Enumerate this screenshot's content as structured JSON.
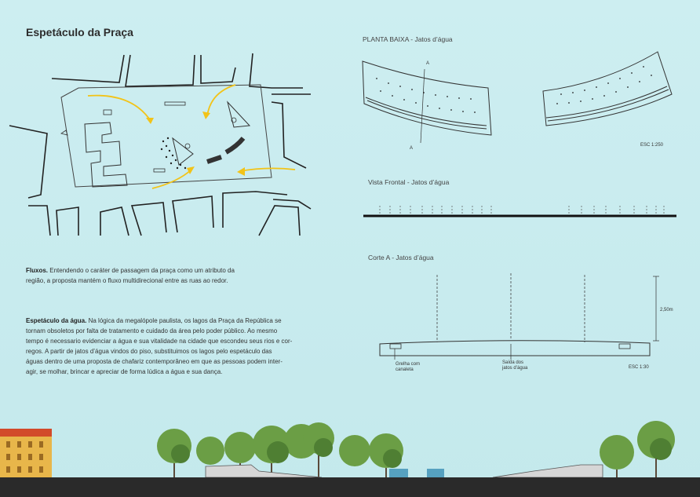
{
  "title": "Espetáculo da Praça",
  "plan_title": "PLANTA BAIXA - Jatos d’água",
  "plan_section_mark": "A",
  "plan_scale": "ESC 1:250",
  "front_title": "Vista Frontal  - Jatos d’água",
  "section_title": "Corte A - Jatos d’água",
  "section_height": "2,50m",
  "section_note_1": [
    "Grelha com",
    "canaleta"
  ],
  "section_note_2": [
    "Saída dos",
    "jatos d’água"
  ],
  "section_scale": "ESC 1:30",
  "fluxos": {
    "heading": "Fluxos.",
    "lines": [
      "Entendendo o caráter de passagem da praça como um atributo da",
      "região, a proposta mantém o fluxo multidirecional entre as ruas ao redor."
    ]
  },
  "espetaculo": {
    "heading": "Espetáculo da água.",
    "lines": [
      "Na lógica da megalópole paulista, os lagos da Praça da República se",
      "tornam obsoletos por falta de tratamento e cuidado da área pelo poder público. Ao mesmo",
      "tempo é necessario evidenciar a água e sua vitalidade na cidade que escondeu seus rios e cor-",
      "regos. A partir de jatos d’água vindos do piso, substituimos os lagos pelo espetáculo das",
      "águas dentro de uma proposta de chafariz contemporâneo em que as pessoas podem inter-",
      "agir, se molhar, brincar e apreciar de forma lúdica a água e sua dança."
    ]
  },
  "colors": {
    "arrow": "#f2c318",
    "tree": "#6b9e45",
    "building": "#e8b64a",
    "roof": "#d24a2a",
    "ground": "#2a2a2a"
  }
}
